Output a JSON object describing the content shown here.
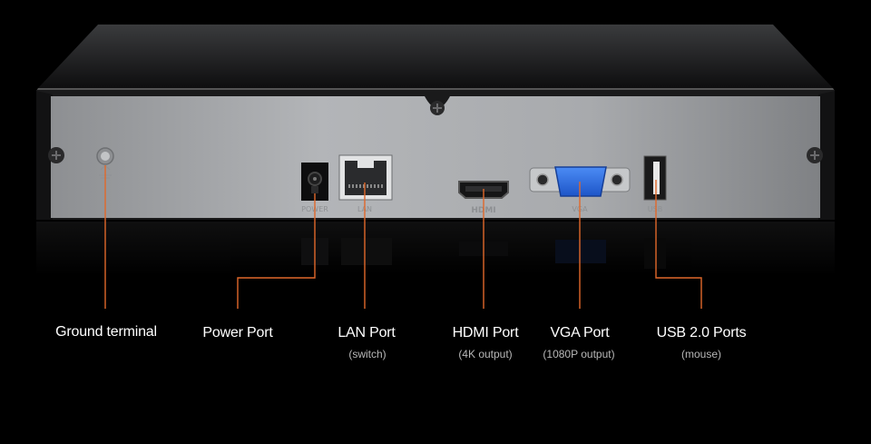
{
  "device": {
    "panel_ports": [
      "POWER",
      "LAN",
      "HDMI",
      "VGA",
      "USB"
    ]
  },
  "callouts": [
    {
      "title": "Ground terminal",
      "subtitle": ""
    },
    {
      "title": "Power Port",
      "subtitle": ""
    },
    {
      "title": "LAN Port",
      "subtitle": "(switch)"
    },
    {
      "title": "HDMI Port",
      "subtitle": "(4K output)"
    },
    {
      "title": "VGA Port",
      "subtitle": "(1080P output)"
    },
    {
      "title": "USB 2.0 Ports",
      "subtitle": "(mouse)"
    }
  ],
  "colors": {
    "background": "#000000",
    "leader_line": "#e0682a",
    "panel": "#a9abae",
    "vga_connector": "#2f6fe0"
  }
}
